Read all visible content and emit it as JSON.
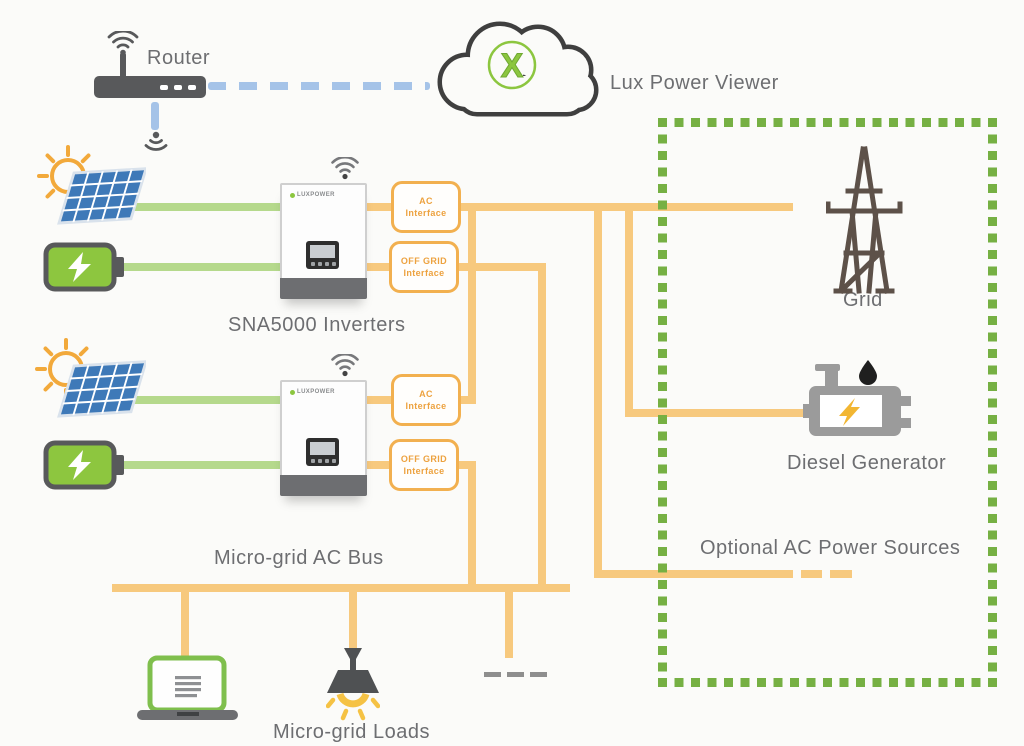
{
  "labels": {
    "router": "Router",
    "viewer": "Lux Power Viewer",
    "inverters": "SNA5000 Inverters",
    "grid": "Grid",
    "diesel_generator": "Diesel Generator",
    "optional_sources": "Optional AC Power Sources",
    "ac_bus": "Micro-grid AC Bus",
    "loads": "Micro-grid Loads",
    "inverter_logo": "LUXPOWER",
    "cloud_logo": "X"
  },
  "interface_boxes": {
    "ac": [
      "AC",
      "Interface"
    ],
    "off_grid": [
      "OFF GRID",
      "Interface"
    ]
  },
  "colors": {
    "wire_orange": "#F7C97E",
    "interface_border": "#F2B04F",
    "interface_text": "#EDA23F",
    "green_line": "#B5D98C",
    "green_dotted_border": "#76B043",
    "battery_green": "#8DC63F",
    "logo_green": "#8CC63F",
    "blue_dashed": "#A5C3E8",
    "device_gray": "#58595B",
    "text_gray": "#6D6E71",
    "tower_brown": "#5D5149",
    "sun_orange": "#F2A93B",
    "lamp_yellow": "#F5C244",
    "generator_gray": "#9B9B9B",
    "panel_blue": "#3E79B8"
  }
}
